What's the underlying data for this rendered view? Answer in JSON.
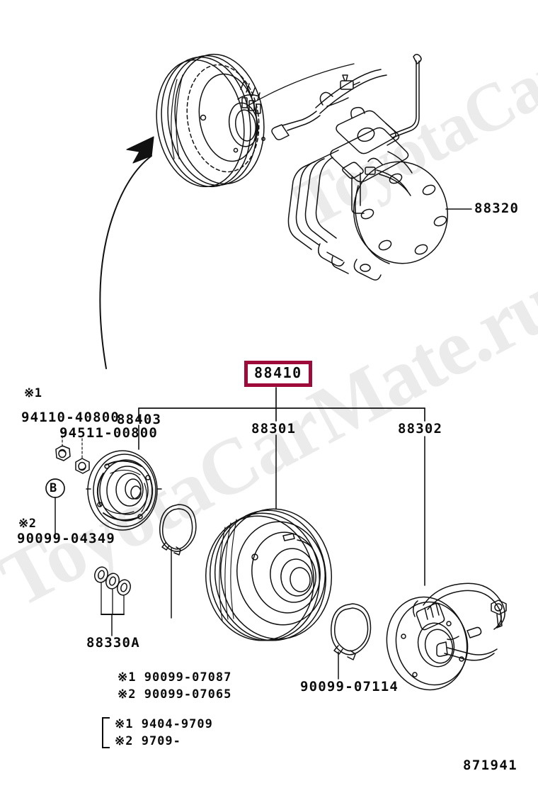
{
  "diagram": {
    "drawing_number": "871941",
    "watermark": "ToyotaCarMate.ru",
    "highlight_color": "#9e0b3a",
    "highlighted_part": "88410"
  },
  "labels": {
    "compressor": "88320",
    "clutch_assembly": "88410",
    "hub_plate": "88403",
    "pulley": "88301",
    "field_coil": "88302",
    "shims": "88330A",
    "nut": "94110-40800",
    "washer": "94511-00800",
    "oring": "90099-04349",
    "snap_ring_pulley": "90099-07114",
    "mark_b": "B",
    "mark1_top": "※1",
    "mark2_left": "※2"
  },
  "notes": {
    "snap_ring_1": "※1 90099-07087",
    "snap_ring_2": "※2 90099-07065",
    "date_1": "※1  9404-9709",
    "date_2": "※2  9709-"
  }
}
